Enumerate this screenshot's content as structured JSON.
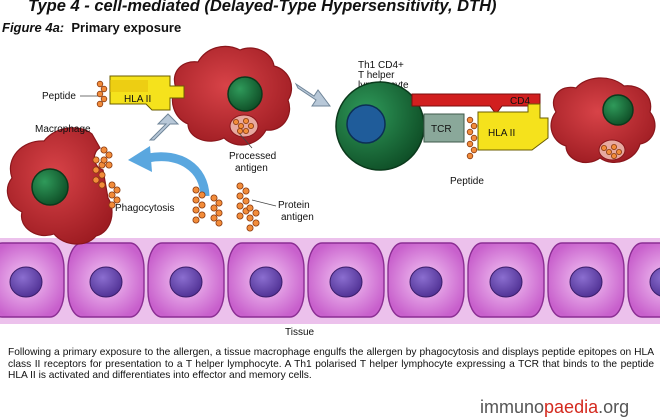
{
  "header": {
    "title": "Type 4 - cell-mediated (Delayed-Type Hypersensitivity, DTH)",
    "figure_label": "Figure 4a:",
    "figure_title": "Primary exposure"
  },
  "labels": {
    "peptide_left": "Peptide",
    "hla_left": "HLA II",
    "macrophage": "Macrophage",
    "phagocytosis": "Phagocytosis",
    "processed_1": "Processed",
    "processed_2": "antigen",
    "protein_1": "Protein",
    "protein_2": "antigen",
    "th1_1": "Th1 CD4+",
    "th1_2": "T helper",
    "th1_3": "lymphocyte",
    "cd4": "CD4",
    "tcr": "TCR",
    "hla_right": "HLA II",
    "peptide_right": "Peptide",
    "tissue": "Tissue"
  },
  "caption": "Following a primary exposure to the allergen, a tissue macrophage engulfs the allergen by phagocytosis and displays peptide epitopes on HLA class II receptors for presentation to a T helper lymphocyte. A Th1 polarised T helper lymphocyte expressing a TCR that binds to the peptide HLA II is activated and differentiates into effector and memory cells.",
  "logo": {
    "part1": "immuno",
    "part2": "paedia",
    "part3": ".org"
  },
  "colors": {
    "macrophage": "#c0272d",
    "nucleus": "#1e6b3a",
    "hla_receptor": "#f5e21c",
    "lymphocyte": "#1d6e3f",
    "lymph_nucleus": "#1f5c9a",
    "tcr": "#8aa89a",
    "cd4_bar": "#d11f1f",
    "tissue_cell": "#d58ad8",
    "tissue_nucleus": "#6b4aa8",
    "peptide_bead": "#f28c3a",
    "arrow": "#b8c8d8",
    "curved_arrow": "#5aa7df"
  }
}
